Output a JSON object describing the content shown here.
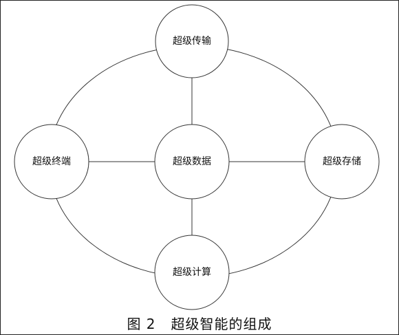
{
  "nodes": {
    "top": "超级传输",
    "left": "超级终端",
    "center": "超级数据",
    "right": "超级存储",
    "bottom": "超级计算"
  },
  "caption": {
    "figure_number": "图 2",
    "title": "超级智能的组成"
  }
}
